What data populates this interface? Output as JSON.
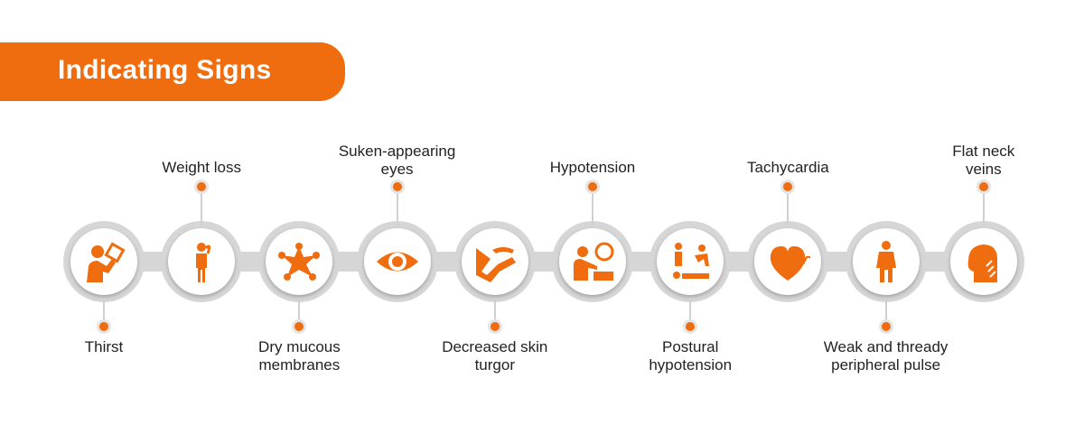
{
  "title": "Indicating Signs",
  "colors": {
    "accent": "#ef6c0f",
    "ring": "#d6d6d6"
  },
  "signs": [
    {
      "label": "Thirst",
      "position": "bottom",
      "icon": "drinking-person-icon"
    },
    {
      "label": "Weight loss",
      "position": "top",
      "icon": "thin-person-icon"
    },
    {
      "label": "Dry mucous membranes",
      "position": "bottom",
      "icon": "cell-icon"
    },
    {
      "label": "Suken-appearing eyes",
      "position": "top",
      "icon": "eye-icon"
    },
    {
      "label": "Decreased skin turgor",
      "position": "bottom",
      "icon": "pinched-skin-icon"
    },
    {
      "label": "Hypotension",
      "position": "top",
      "icon": "blood-pressure-icon"
    },
    {
      "label": "Postural hypotension",
      "position": "bottom",
      "icon": "fainting-person-icon"
    },
    {
      "label": "Tachycardia",
      "position": "top",
      "icon": "heart-icon"
    },
    {
      "label": "Weak and thready peripheral pulse",
      "position": "bottom",
      "icon": "body-veins-icon"
    },
    {
      "label": "Flat neck veins",
      "position": "top",
      "icon": "neck-veins-icon"
    }
  ]
}
